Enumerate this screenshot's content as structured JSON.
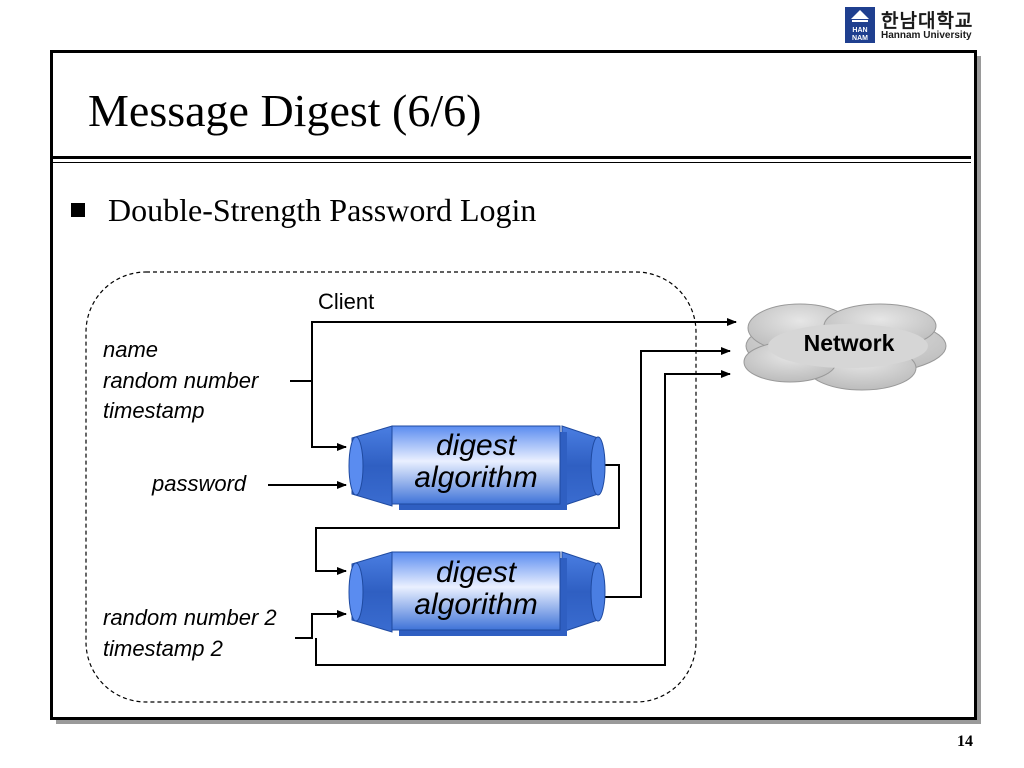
{
  "logo": {
    "korean": "한남대학교",
    "english": "Hannam University",
    "mark_text": "HAN NAM"
  },
  "slide": {
    "title": "Message Digest (6/6)",
    "bullet": "Double-Strength Password Login",
    "page_number": "14"
  },
  "diagram": {
    "client_label": "Client",
    "network_label": "Network",
    "inputs_1": [
      "name",
      "random number",
      "timestamp"
    ],
    "password_label": "password",
    "inputs_2": [
      "random number 2",
      "timestamp 2"
    ],
    "digest_box_1": [
      "digest",
      "algorithm"
    ],
    "digest_box_2": [
      "digest",
      "algorithm"
    ]
  },
  "colors": {
    "digest_box": "#3f73d8",
    "cone": "#3a6cd0",
    "cloud": "#c8c8c8",
    "frame_shadow": "#9a9a9a",
    "logo_blue": "#1f3f8f"
  }
}
